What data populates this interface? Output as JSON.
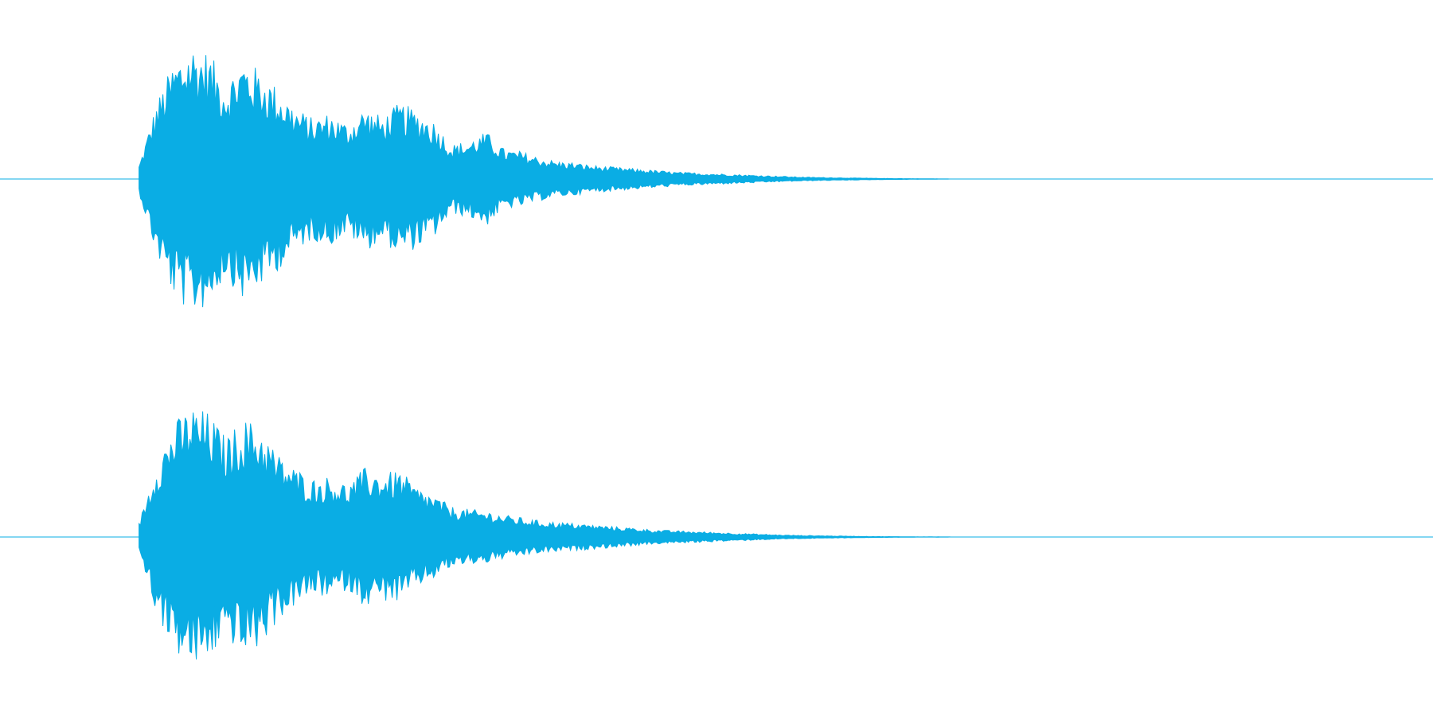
{
  "waveform": {
    "color": "#0aade4",
    "background": "#ffffff",
    "channels": [
      {
        "id": "channel-top",
        "name": "",
        "onset_fraction": 0.097,
        "envelope": [
          0.1,
          0.55,
          0.85,
          0.98,
          0.92,
          0.7,
          0.88,
          0.78,
          0.66,
          0.52,
          0.44,
          0.48,
          0.4,
          0.52,
          0.45,
          0.55,
          0.5,
          0.42,
          0.25,
          0.28,
          0.34,
          0.22,
          0.2,
          0.16,
          0.13,
          0.12,
          0.1,
          0.09,
          0.08,
          0.07,
          0.06,
          0.05,
          0.045,
          0.04,
          0.035,
          0.03,
          0.025,
          0.02,
          0.015,
          0.012,
          0.01,
          0.008,
          0.006,
          0.004,
          0.003,
          0.002,
          0.001,
          0
        ]
      },
      {
        "id": "channel-bottom",
        "name": "",
        "onset_fraction": 0.097,
        "envelope": [
          0.1,
          0.55,
          0.82,
          0.95,
          0.9,
          0.72,
          0.86,
          0.8,
          0.6,
          0.5,
          0.42,
          0.44,
          0.38,
          0.5,
          0.46,
          0.48,
          0.36,
          0.3,
          0.22,
          0.2,
          0.19,
          0.16,
          0.14,
          0.12,
          0.11,
          0.1,
          0.09,
          0.08,
          0.07,
          0.06,
          0.05,
          0.045,
          0.04,
          0.035,
          0.03,
          0.025,
          0.02,
          0.015,
          0.012,
          0.01,
          0.008,
          0.006,
          0.004,
          0.003,
          0.002,
          0.001,
          0.001,
          0
        ]
      }
    ]
  }
}
